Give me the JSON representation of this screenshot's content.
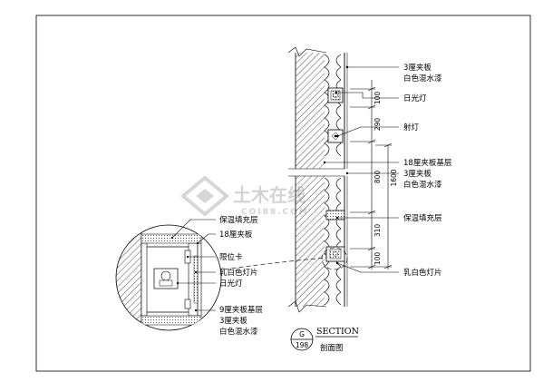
{
  "section": {
    "title": "SECTION",
    "subtitle": "剖面图",
    "tag_top": "G",
    "tag_bottom": "198"
  },
  "watermark": {
    "cn": "土木在线",
    "en": "COI88.COM"
  },
  "right_labels": {
    "plywood_3mm": "3厘夹板",
    "white_paint": "白色混水漆",
    "fluorescent": "日光灯",
    "spotlight": "射灯",
    "base_18mm": "18厘夹板基层",
    "plywood_3mm_2": "3厘夹板",
    "white_paint_2": "白色混水漆",
    "insulation": "保温填充层",
    "milky_panel": "乳白色灯片"
  },
  "detail_labels": {
    "insulation": "保温填充层",
    "plywood_18mm": "18厘夹板",
    "stopper": "限位卡",
    "milky_panel": "乳白色灯片",
    "fluorescent": "日光灯",
    "base_9mm": "9厘夹板基层",
    "plywood_3mm": "3厘夹板",
    "white_paint": "白色混水漆"
  },
  "dimensions": {
    "d100_top": "100",
    "d290": "290",
    "d800": "800",
    "d1600": "1600",
    "d310": "310",
    "d100_bottom": "100"
  }
}
